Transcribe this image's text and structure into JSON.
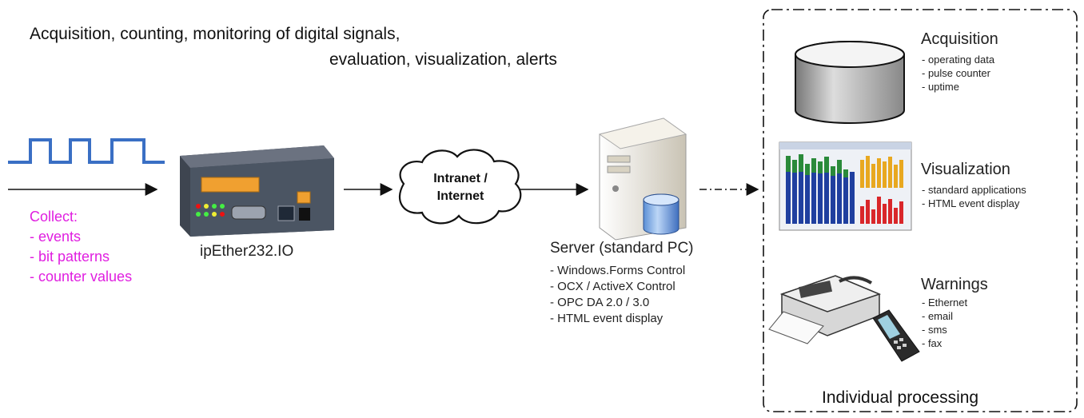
{
  "header": {
    "line1": "Acquisition, counting, monitoring of digital signals,",
    "line2": "evaluation, visualization, alerts"
  },
  "collect": {
    "title": "Collect:",
    "items": [
      "- events",
      "- bit patterns",
      "- counter values"
    ]
  },
  "device": {
    "label": "ipEther232.IO"
  },
  "cloud": {
    "line1": "Intranet /",
    "line2": "Internet"
  },
  "server": {
    "title": "Server (standard PC)",
    "items": [
      "- Windows.Forms Control",
      "- OCX / ActiveX Control",
      "- OPC DA 2.0 / 3.0",
      "- HTML event display"
    ]
  },
  "panel": {
    "acquisition": {
      "title": "Acquisition",
      "items": [
        "- operating data",
        "- pulse counter",
        "- uptime"
      ]
    },
    "visualization": {
      "title": "Visualization",
      "items": [
        "- standard applications",
        "- HTML event display"
      ]
    },
    "warnings": {
      "title": "Warnings",
      "items": [
        "- Ethernet",
        "- email",
        "- sms",
        "- fax"
      ]
    },
    "footer": "Individual processing"
  },
  "colors": {
    "signal": "#3a6fc4",
    "collect": "#e01ee0",
    "device_body": "#4b5563",
    "terminal": "#f0a030"
  }
}
